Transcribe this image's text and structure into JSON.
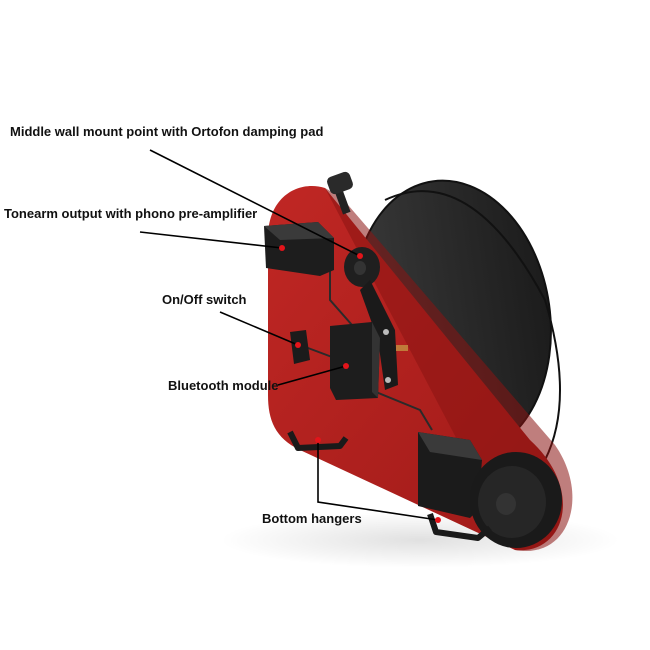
{
  "labels": {
    "mount": "Middle wall mount point with Ortofon damping pad",
    "tonearm": "Tonearm output with phono pre-amplifier",
    "switch": "On/Off switch",
    "bluetooth": "Bluetooth module",
    "hangers": "Bottom hangers"
  },
  "colors": {
    "body": "#b5211f",
    "body_dark": "#8a1412",
    "platter": "#2b2b2b",
    "component": "#1f1f1f",
    "marker": "#e3141a",
    "leader": "#000000"
  }
}
